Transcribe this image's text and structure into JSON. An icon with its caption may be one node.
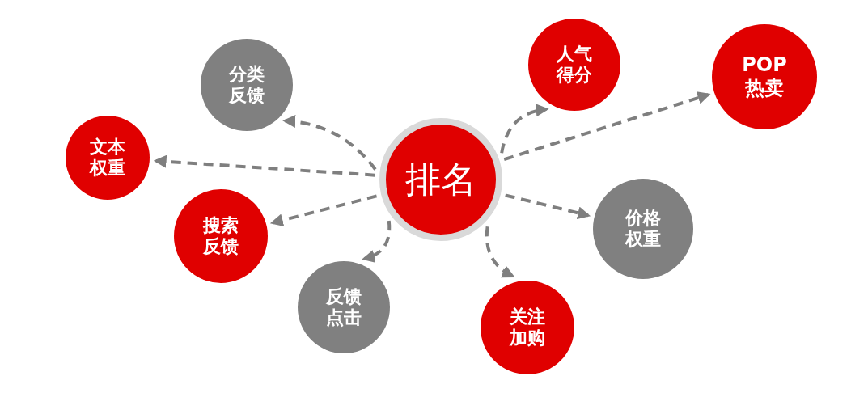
{
  "diagram": {
    "nodes": [
      {
        "text": [
          "排名"
        ]
      },
      {
        "text": [
          "分类反馈"
        ]
      },
      {
        "text": [
          "人气得分"
        ]
      },
      {
        "text": [
          "POP热卖"
        ]
      },
      {
        "text": [
          "文本权重"
        ]
      },
      {
        "text": [
          "搜索反馈"
        ]
      },
      {
        "text": [
          "价格权重"
        ]
      },
      {
        "text": [
          "反馈点击"
        ]
      },
      {
        "text": [
          "关注加购"
        ]
      }
    ],
    "edges": [
      {
        "from": 0,
        "to": 1,
        "arrow": "to",
        "style": "dashed"
      },
      {
        "from": 0,
        "to": 2,
        "arrow": "to",
        "style": "dashed"
      },
      {
        "from": 0,
        "to": 3,
        "arrow": "to",
        "style": "dashed"
      },
      {
        "from": 0,
        "to": 4,
        "arrow": "to",
        "style": "dashed"
      },
      {
        "from": 0,
        "to": 5,
        "arrow": "to",
        "style": "dashed"
      },
      {
        "from": 0,
        "to": 6,
        "arrow": "to",
        "style": "dashed"
      },
      {
        "from": 0,
        "to": 7,
        "arrow": "to",
        "style": "dashed"
      },
      {
        "from": 0,
        "to": 8,
        "arrow": "to",
        "style": "dashed"
      }
    ]
  }
}
